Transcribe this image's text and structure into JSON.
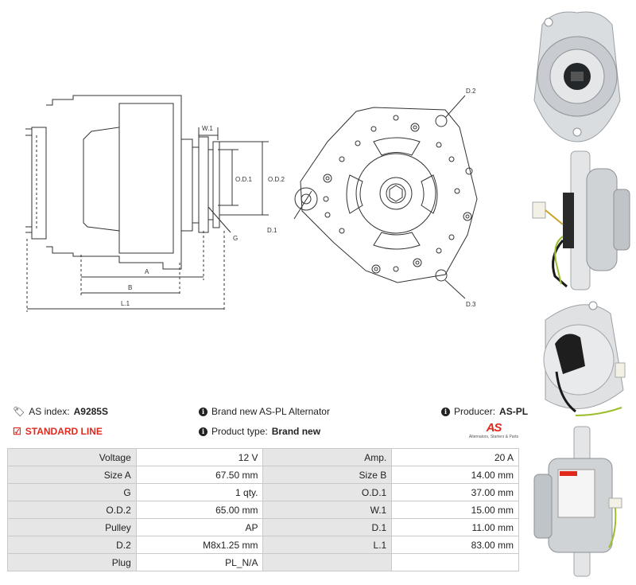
{
  "header": {
    "as_index_label": "AS index:",
    "as_index_value": "A9285S",
    "description": "Brand new AS-PL Alternator",
    "producer_label": "Producer:",
    "producer_value": "AS-PL",
    "line_label": "STANDARD LINE",
    "product_type_label": "Product type:",
    "product_type_value": "Brand new"
  },
  "logo": {
    "mark": "AS",
    "tagline": "Alternators, Starters & Parts"
  },
  "diagram_labels": {
    "w1": "W.1",
    "od1": "O.D.1",
    "od2": "O.D.2",
    "g": "G",
    "a": "A",
    "b": "B",
    "l1": "L.1",
    "d1": "D.1",
    "d2": "D.2",
    "d3": "D.3"
  },
  "specs": [
    [
      "Voltage",
      "12 V",
      "Amp.",
      "20 A"
    ],
    [
      "Size A",
      "67.50 mm",
      "Size B",
      "14.00 mm"
    ],
    [
      "G",
      "1 qty.",
      "O.D.1",
      "37.00 mm"
    ],
    [
      "O.D.2",
      "65.00 mm",
      "W.1",
      "15.00 mm"
    ],
    [
      "Pulley",
      "AP",
      "D.1",
      "11.00 mm"
    ],
    [
      "D.2",
      "M8x1.25 mm",
      "L.1",
      "83.00 mm"
    ],
    [
      "Plug",
      "PL_N/A",
      "",
      ""
    ]
  ],
  "icons": [
    "tag-icon",
    "check-icon",
    "info-icon"
  ],
  "colors": {
    "accent": "#e0281c",
    "label_bg": "#e6e6e6",
    "border": "#c9c9c9"
  }
}
